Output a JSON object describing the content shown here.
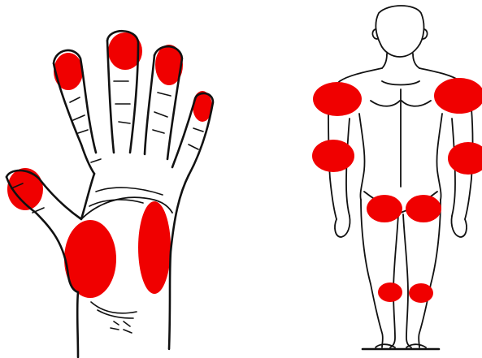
{
  "colors": {
    "highlight": "#f00000",
    "outline": "#111111",
    "background": "#ffffff"
  },
  "figures": [
    {
      "name": "hand",
      "zones": [
        "thumb-tip",
        "index-tip",
        "middle-tip",
        "ring-tip",
        "little-tip",
        "thenar",
        "hypothenar"
      ]
    },
    {
      "name": "body",
      "zones": [
        "left-shoulder",
        "right-shoulder",
        "left-elbow",
        "right-elbow",
        "left-thigh",
        "right-thigh",
        "left-knee",
        "right-knee"
      ]
    }
  ]
}
